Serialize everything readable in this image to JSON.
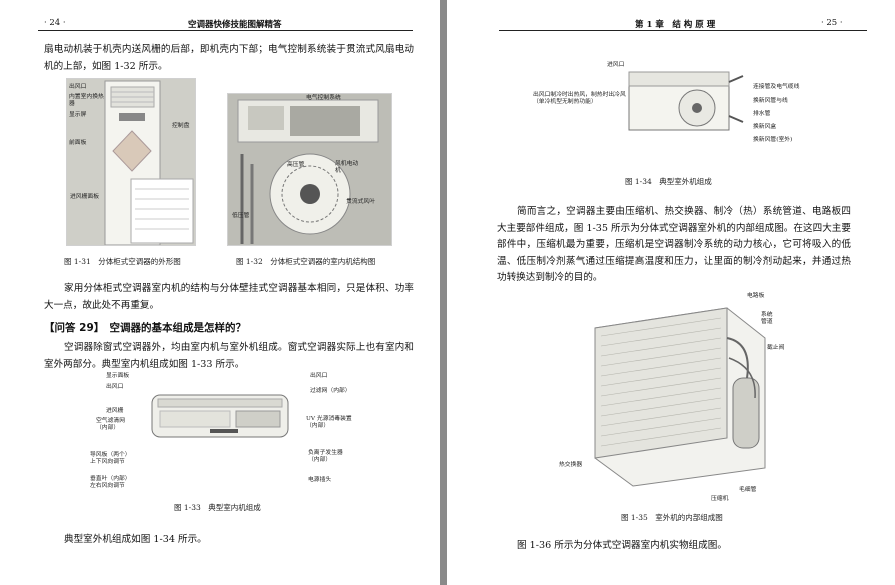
{
  "left_page": {
    "page_number": "· 24 ·",
    "running_title": "空调器快修技能图解精答",
    "para1": "扇电动机装于机壳内送风栅的后部，即机壳内下部；电气控制系统装于贯流式风扇电动机的上部，如图 1-32 所示。",
    "fig31": {
      "caption": "图 1-31　分体柜式空调器的外形图",
      "labels": {
        "outlet": "出风口",
        "exchanger": "内置室内换热器",
        "display": "显示屏",
        "control_panel": "控制盘",
        "front_panel": "前面板",
        "inlet_grille": "进风栅面板"
      }
    },
    "fig32": {
      "caption": "图 1-32　分体柜式空调器的室内机结构图",
      "labels": {
        "electrical": "电气控制系统",
        "pressure_pipe": "高压管",
        "fan_motor": "风机电动机",
        "cross_flow": "贯流式风叶",
        "low_pipe": "低压管"
      }
    },
    "para2": "家用分体柜式空调器室内机的结构与分体壁挂式空调器基本相同，只是体积、功率大一点，故此处不再重复。",
    "qa_title": "【问答 29】　空调器的基本组成是怎样的？",
    "para3": "空调器除窗式空调器外，均由室内机与室外机组成。窗式空调器实际上也有室内和室外两部分。典型室内机组成如图 1-33 所示。",
    "fig33": {
      "caption": "图 1-33　典型室内机组成",
      "labels": {
        "display_panel": "显示面板",
        "outlet": "出风口",
        "inlet_grille": "进风栅",
        "air_filter": "空气滤清网（内部）",
        "guide_plates": "导风板（两个）上下风向调节",
        "louver": "垂直叶（内部）左右风向调节",
        "outlet_right": "出风口",
        "filter_inside": "过滤网（内部）",
        "uv_device": "UV 光源消毒装置（内部）",
        "ion_generator": "负离子发生器（内部）",
        "power_plug": "电源插头"
      }
    },
    "para4": "典型室外机组成如图 1-34 所示。"
  },
  "right_page": {
    "running_title": "第 1 章　结 构 原 理",
    "page_number": "· 25 ·",
    "fig34": {
      "caption": "图 1-34　典型室外机组成",
      "labels": {
        "inlet": "进风口",
        "outlet_note": "出风口制冷时出热风，制热时出冷风（单冷机型无制热功能）",
        "pipe_wire": "连接管及电气缆线",
        "fresh_air_pipe": "换新风管与线",
        "drain": "排水管",
        "fresh_box": "换新风盒",
        "fresh_room": "换新风管(室外)"
      }
    },
    "para1": "简而言之，空调器主要由压缩机、热交换器、制冷（热）系统管道、电路板四大主要部件组成，图 1-35 所示为分体式空调器室外机的内部组成图。在这四大主要部件中，压缩机最为重要，压缩机是空调器制冷系统的动力核心，它可将吸入的低温、低压制冷剂蒸气通过压缩提高温度和压力，让里面的制冷剂动起来，并通过热功转换达到制冷的目的。",
    "fig35": {
      "caption": "图 1-35　室外机的内部组成图",
      "labels": {
        "circuit_board": "电路板",
        "system_pipe": "系统管道",
        "stop_valve": "截止阀",
        "heat_exchanger": "热交换器",
        "capillary": "毛细管",
        "compressor": "压缩机"
      }
    },
    "para2": "图 1-36 所示为分体式空调器室内机实物组成图。"
  }
}
